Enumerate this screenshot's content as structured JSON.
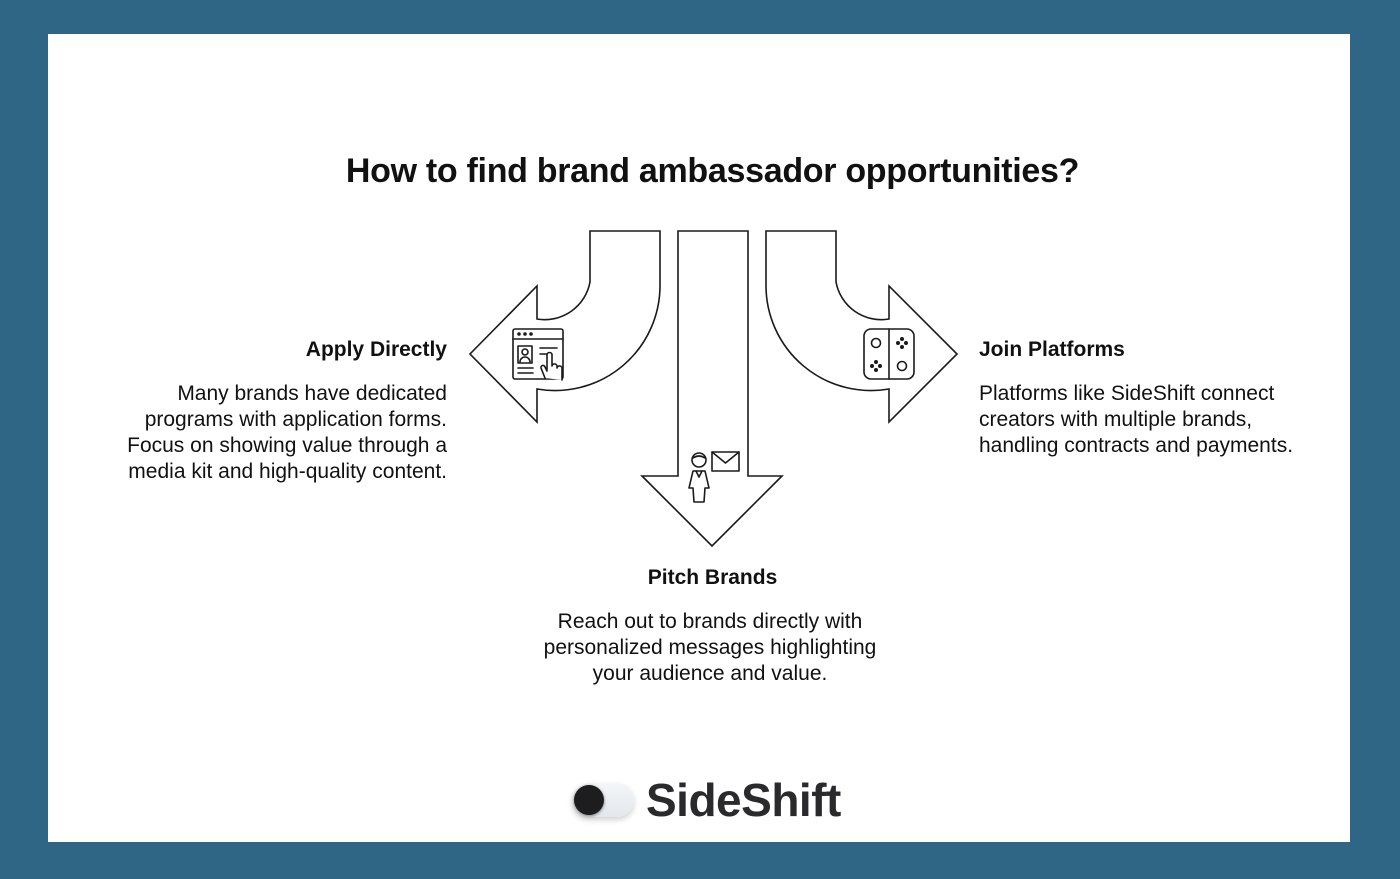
{
  "title": "How to find brand ambassador opportunities?",
  "branches": [
    {
      "heading": "Apply Directly",
      "description": "Many brands have dedicated\nprograms with application forms.\nFocus on showing value through a\nmedia kit and high-quality content.",
      "icon": "web-form-icon"
    },
    {
      "heading": "Pitch Brands",
      "description": "Reach out to brands directly with\npersonalized messages highlighting\nyour audience and value.",
      "icon": "person-mail-icon"
    },
    {
      "heading": "Join Platforms",
      "description": "Platforms like SideShift connect\ncreators with multiple brands,\nhandling contracts and payments.",
      "icon": "game-controller-icon"
    }
  ],
  "logo": {
    "text": "SideShift",
    "icon": "toggle-switch-icon"
  },
  "colors": {
    "background": "#2f6585",
    "card": "#ffffff",
    "text": "#111111"
  }
}
